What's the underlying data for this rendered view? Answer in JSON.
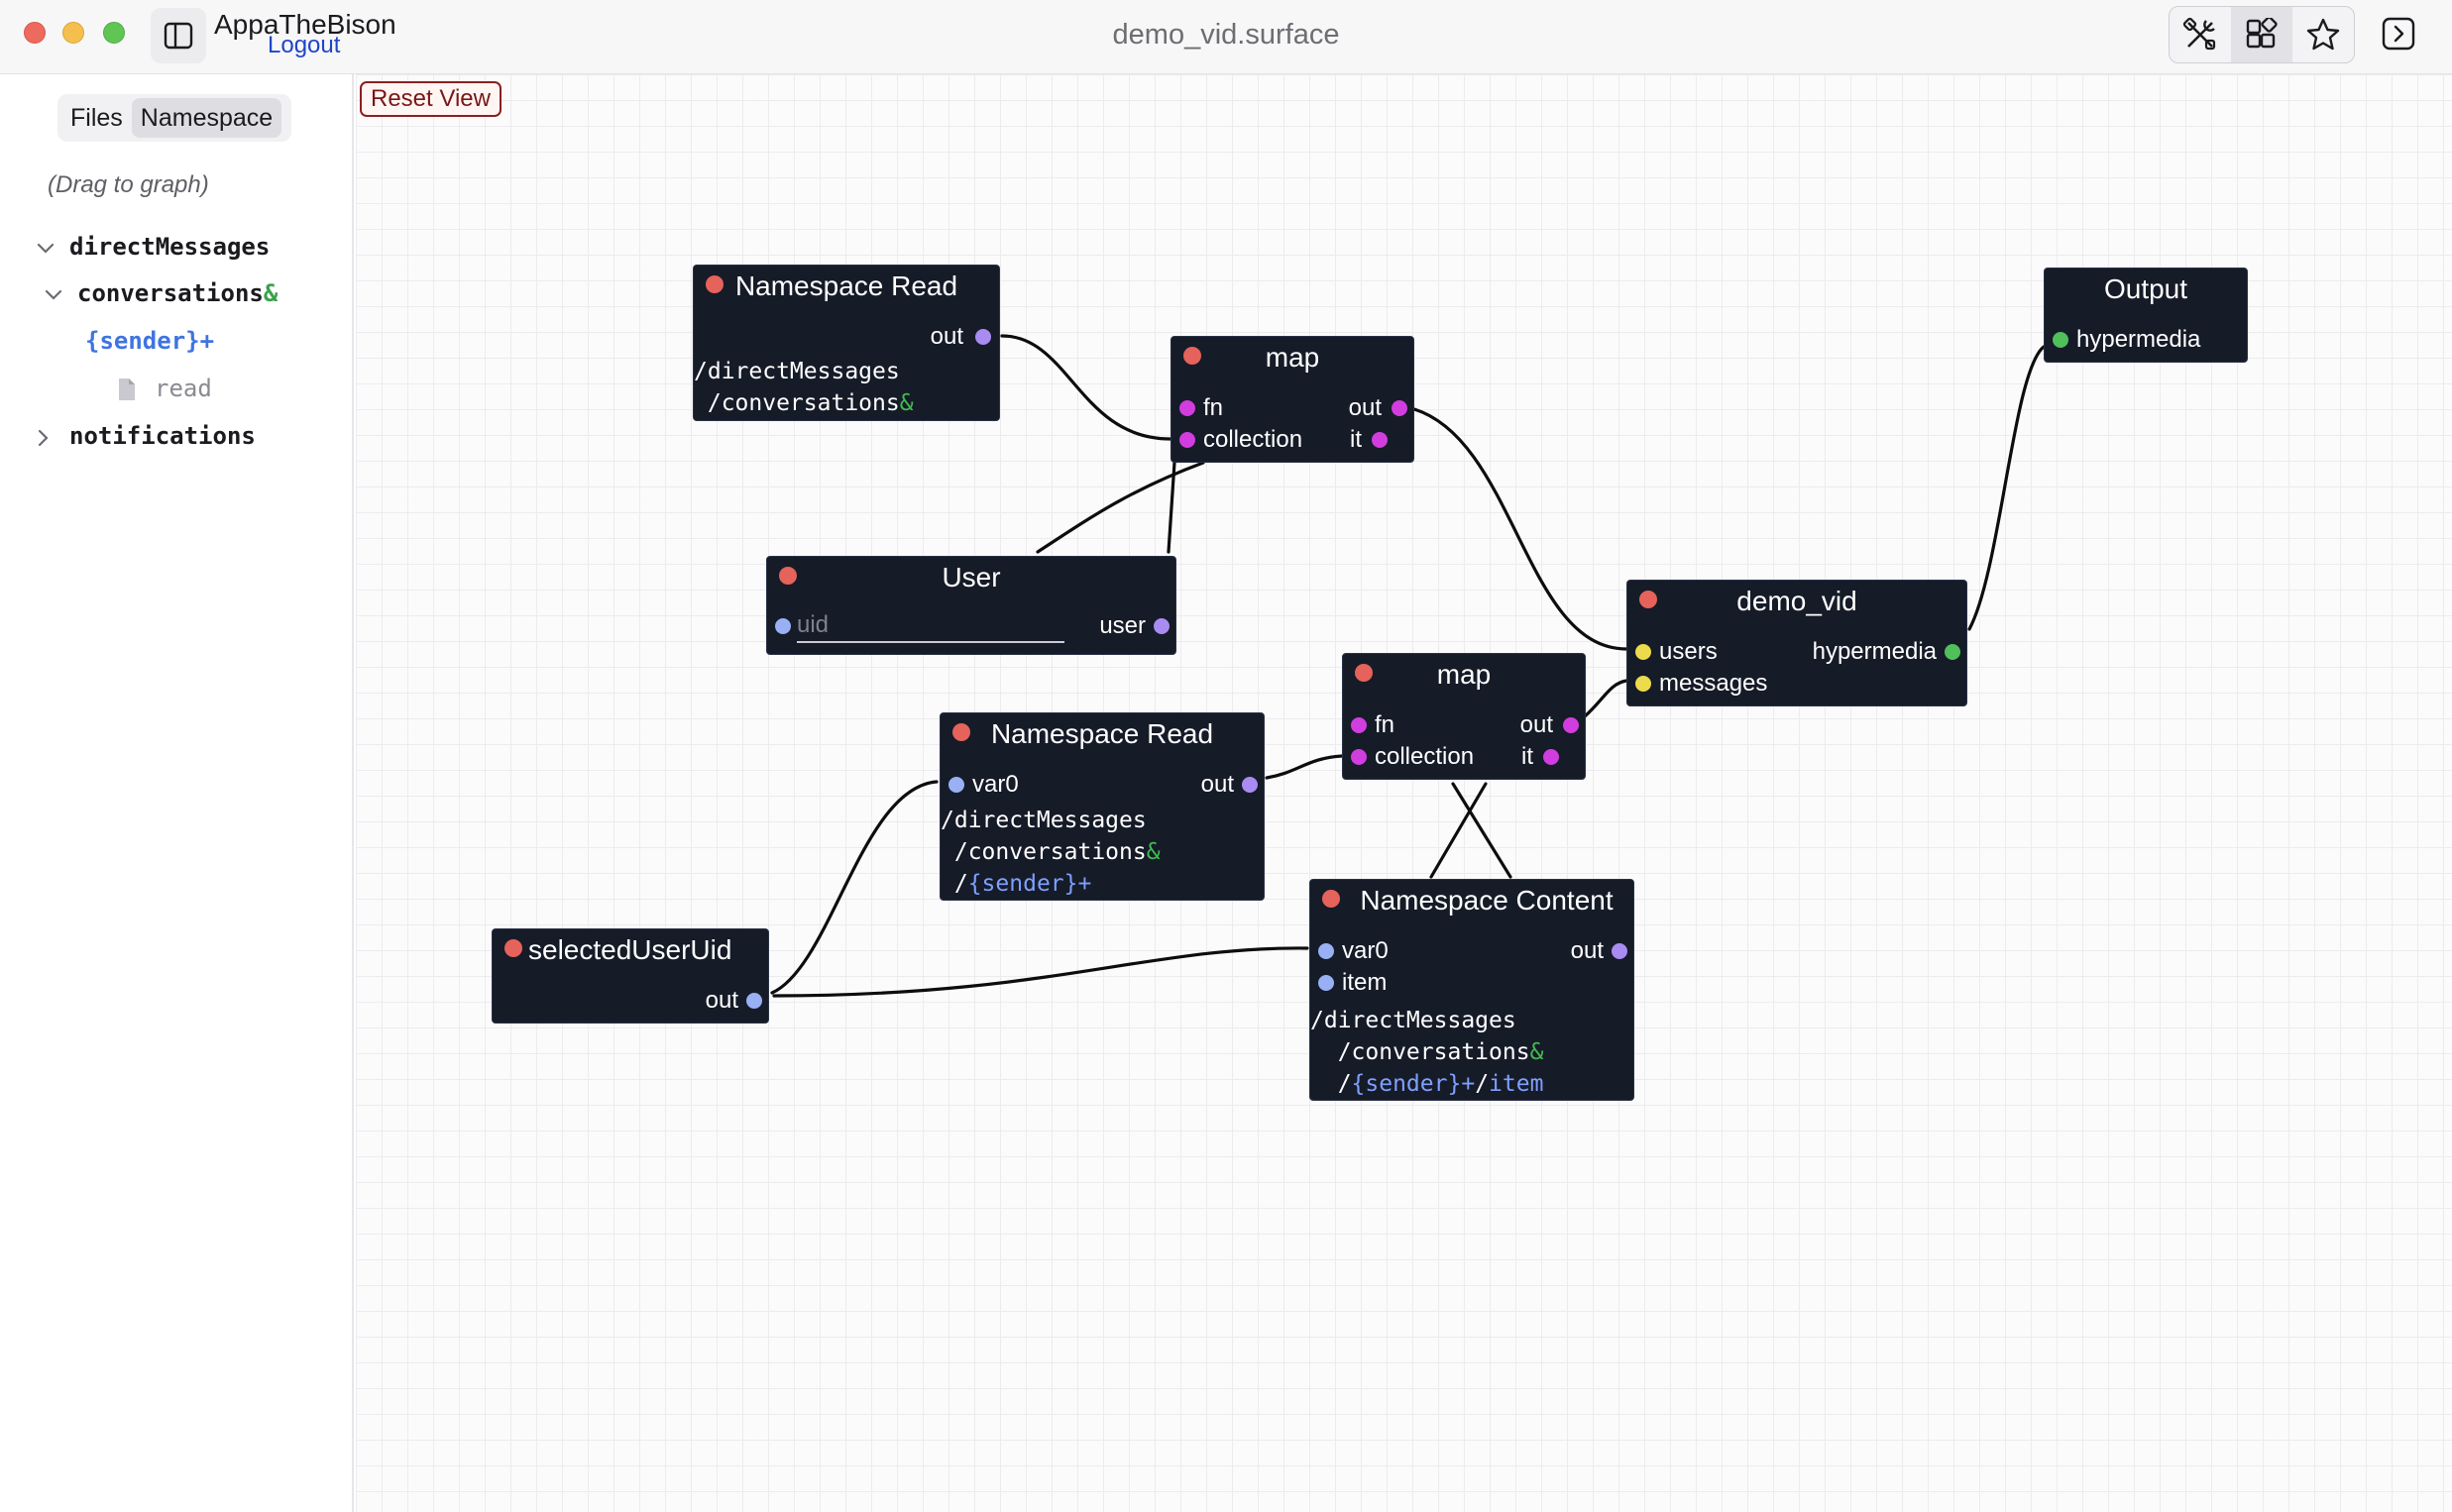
{
  "window": {
    "title": "demo_vid.surface",
    "user": "AppaTheBison",
    "logout": "Logout"
  },
  "toolbar": {
    "icons": [
      "tools-icon",
      "widgets-icon",
      "star-icon"
    ],
    "right_toggle_icon": "chevron-right-box-icon"
  },
  "sidebar": {
    "tabs": [
      "Files",
      "Namespace"
    ],
    "active_tab": "Namespace",
    "hint": "(Drag to graph)",
    "tree": {
      "directMessages": "directMessages",
      "conversations": "conversations",
      "conversations_suffix": "&",
      "sender": "{sender}",
      "sender_suffix": "+",
      "read": "read",
      "notifications": "notifications"
    }
  },
  "canvas": {
    "reset_view": "Reset View"
  },
  "nodes": {
    "ns_read_1": {
      "title": "Namespace Read",
      "out": "out",
      "path_line1": "/directMessages",
      "path_line2": " /conversations",
      "path_line2_suffix": "&"
    },
    "map_1": {
      "title": "map",
      "fn": "fn",
      "collection": "collection",
      "out": "out",
      "it": "it"
    },
    "user": {
      "title": "User",
      "uid_placeholder": "uid",
      "user": "user"
    },
    "output": {
      "title": "Output",
      "hypermedia": "hypermedia"
    },
    "demo_vid": {
      "title": "demo_vid",
      "users": "users",
      "messages": "messages",
      "hypermedia": "hypermedia"
    },
    "map_2": {
      "title": "map",
      "fn": "fn",
      "collection": "collection",
      "out": "out",
      "it": "it"
    },
    "ns_read_2": {
      "title": "Namespace Read",
      "var0": "var0",
      "out": "out",
      "path_line1": "/directMessages",
      "path_line2": " /conversations",
      "path_line2_suffix": "&",
      "path_line3_prefix": " /",
      "path_line3_param": "{sender}",
      "path_line3_suffix": "+"
    },
    "selected_user_uid": {
      "title": "selectedUserUid",
      "out": "out"
    },
    "ns_content": {
      "title": "Namespace Content",
      "var0": "var0",
      "item": "item",
      "out": "out",
      "path_line1": "/directMessages",
      "path_line2": "  /conversations",
      "path_line2_suffix": "&",
      "path_line3_prefix": "  /",
      "path_line3_param": "{sender}",
      "path_line3_suffix": "+",
      "path_line3_sep": "/",
      "path_line3_item": "item"
    }
  },
  "colors": {
    "node_bg": "#161b28",
    "status_dot": "#e5635a",
    "port_purple": "#a88cf2",
    "port_magenta": "#d23ddf",
    "port_yellow": "#ecdb4b",
    "port_green": "#4fc05a",
    "port_blue": "#9ab0f5",
    "accent_link": "#2045c9"
  }
}
